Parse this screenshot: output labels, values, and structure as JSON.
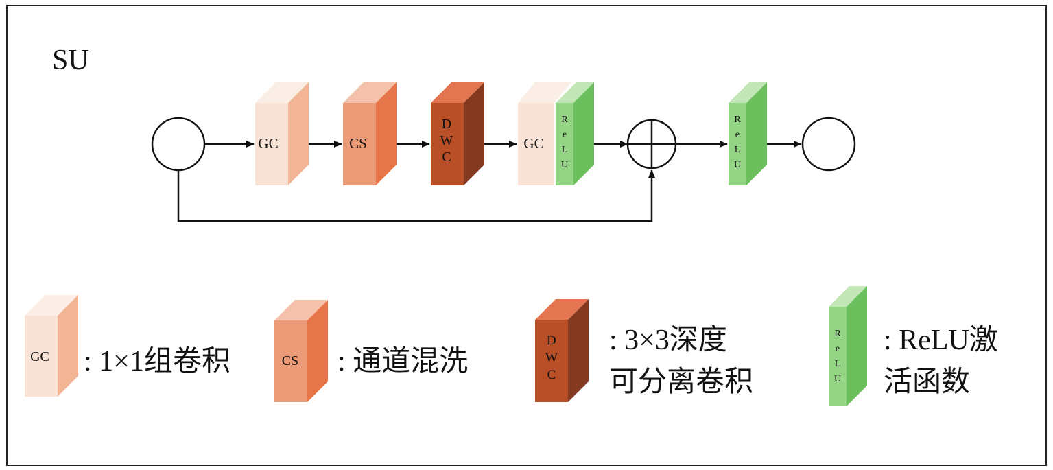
{
  "title": "SU",
  "colors": {
    "gc": {
      "front": "#f9e3d6",
      "side": "#f1b495",
      "top": "#fbeee6"
    },
    "cs": {
      "front": "#ec9b78",
      "side": "#e7754a",
      "top": "#f4c2aa"
    },
    "dwc": {
      "front": "#b84f26",
      "side": "#843a21",
      "top": "#e37550"
    },
    "relu": {
      "front": "#94d585",
      "side": "#6bbf5c",
      "top": "#c3e6b6"
    },
    "line": "#111111",
    "frame": "#222222"
  },
  "diagram": {
    "blocks": [
      {
        "id": "gc1",
        "label": "GC"
      },
      {
        "id": "cs",
        "label": "CS"
      },
      {
        "id": "dwc",
        "label": "DWC"
      },
      {
        "id": "gc2",
        "label": "GC"
      },
      {
        "id": "relu1",
        "label": "ReLU"
      },
      {
        "id": "relu2",
        "label": "ReLU"
      }
    ]
  },
  "legend": [
    {
      "block_label": "GC",
      "text_lines": [
        ": 1×1组卷积"
      ]
    },
    {
      "block_label": "CS",
      "text_lines": [
        ": 通道混洗"
      ]
    },
    {
      "block_label": "DWC",
      "text_lines": [
        ": 3×3深度",
        "可分离卷积"
      ]
    },
    {
      "block_label": "ReLU",
      "text_lines": [
        ": ReLU激",
        "活函数"
      ]
    }
  ]
}
